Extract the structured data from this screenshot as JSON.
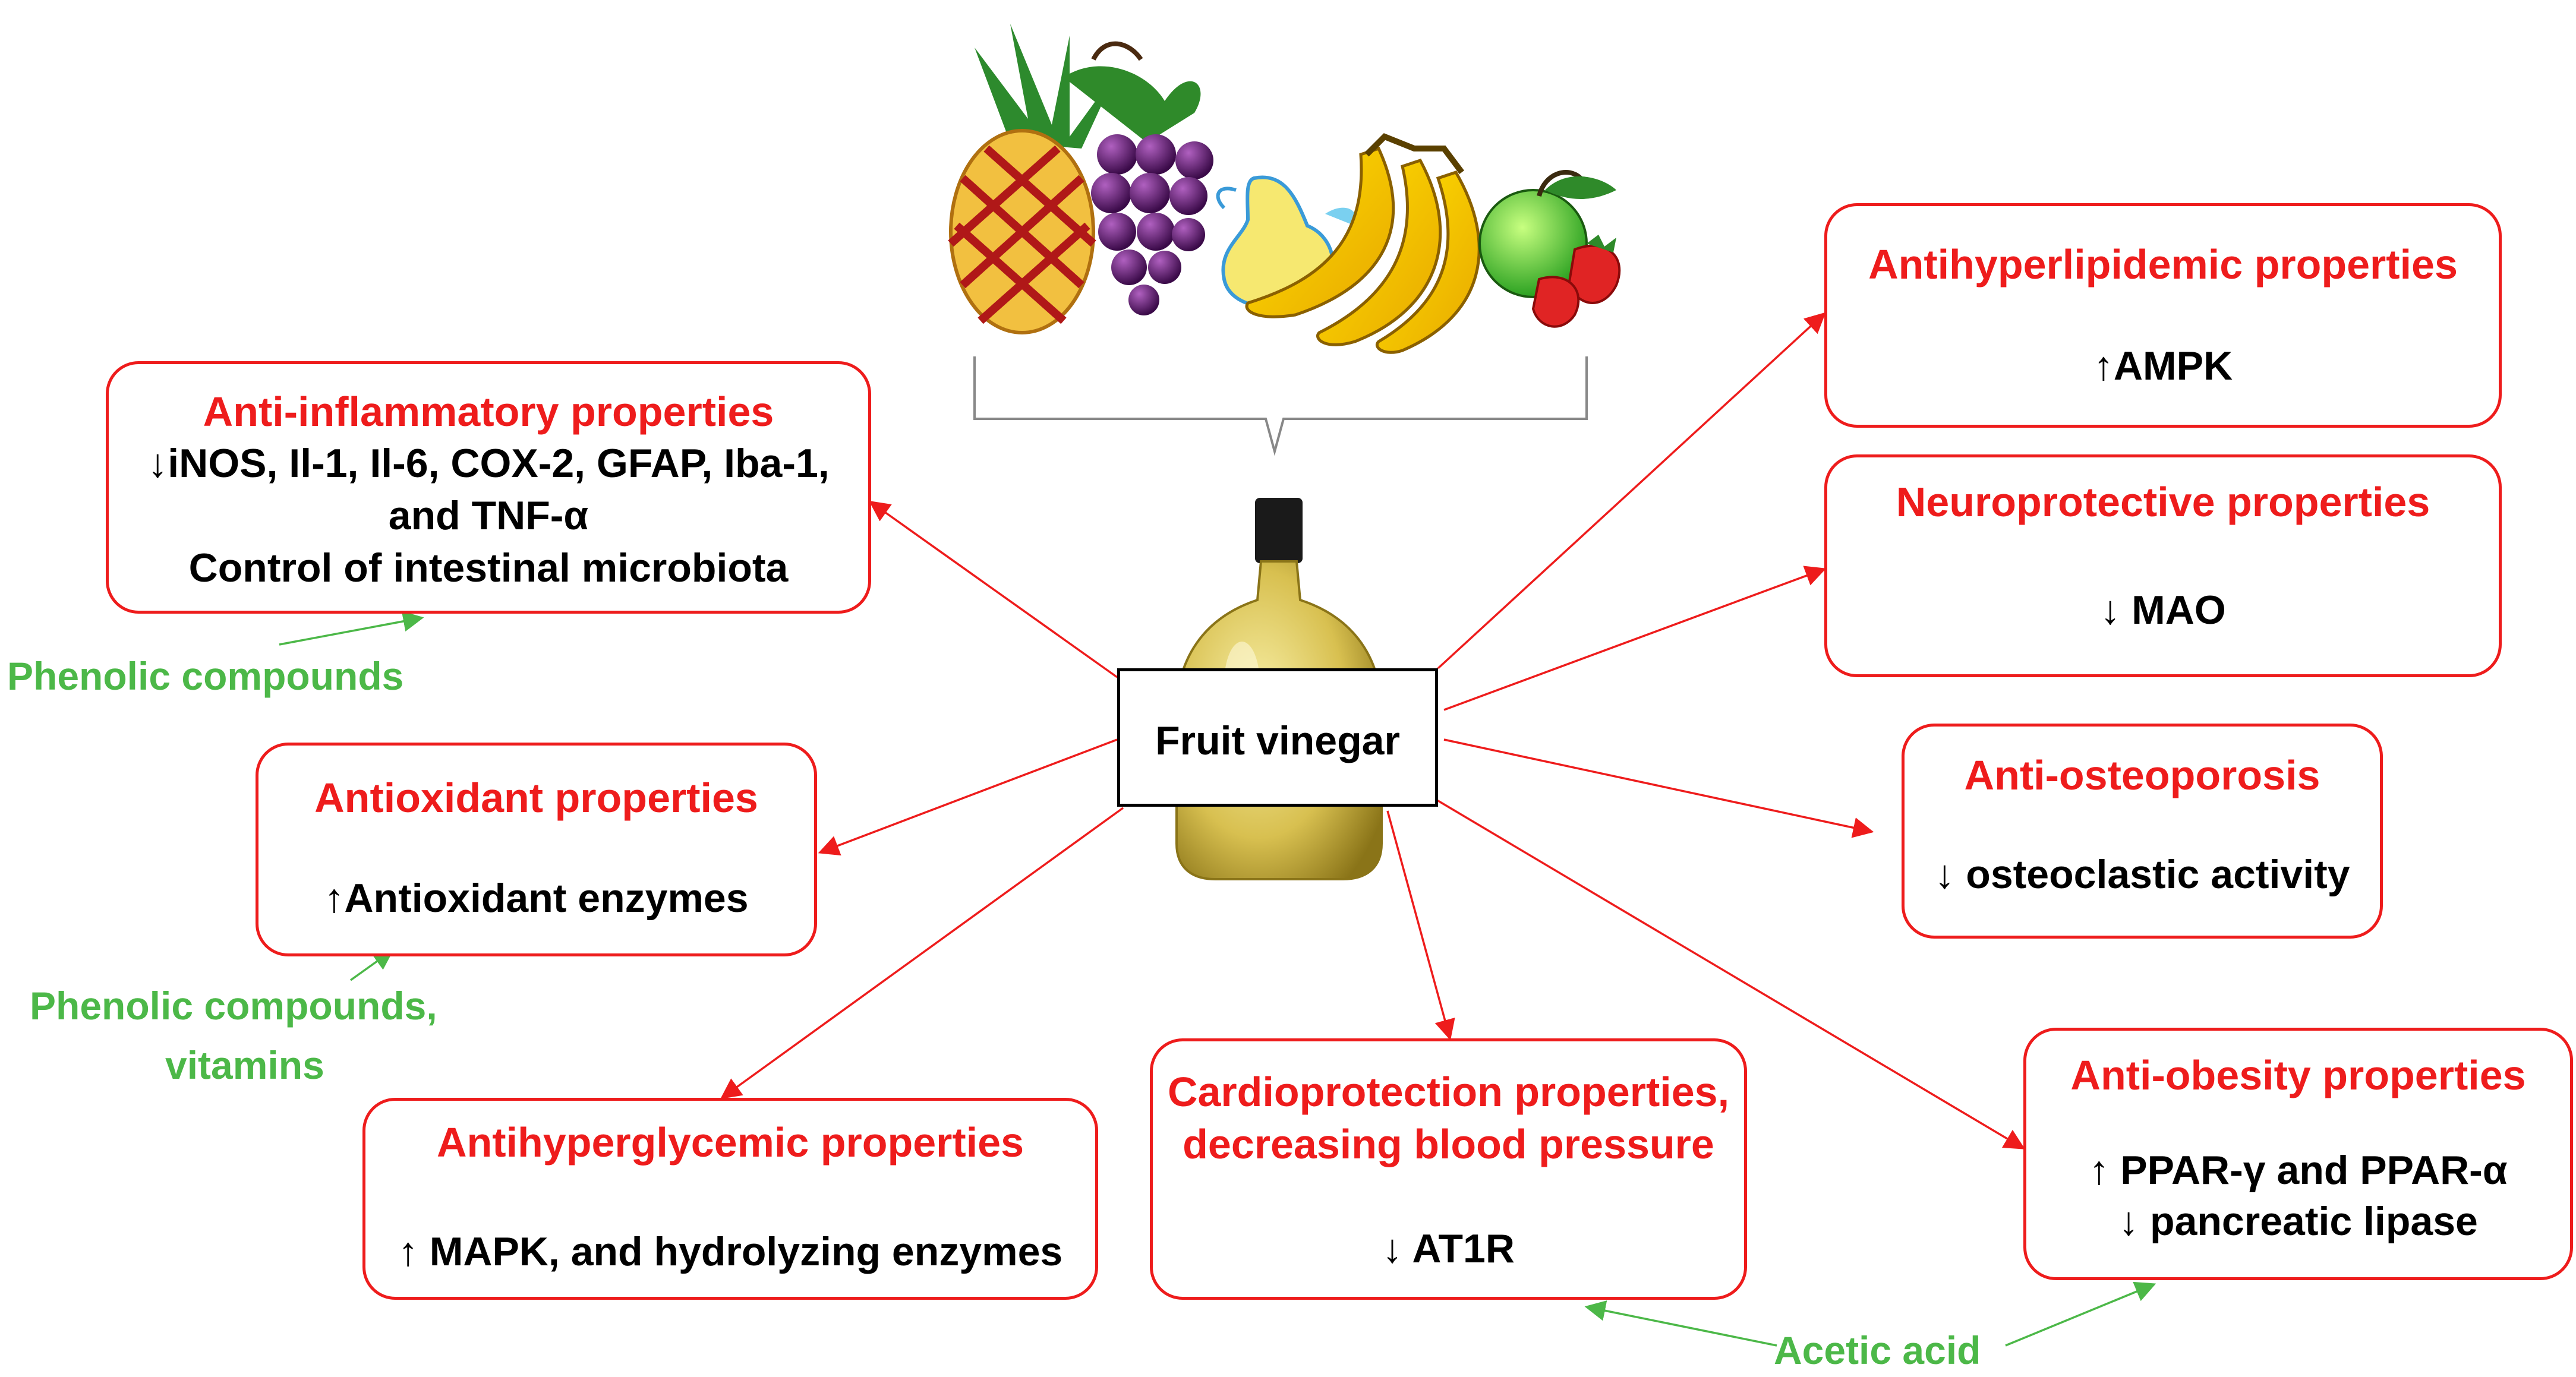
{
  "center": {
    "label": "Fruit vinegar"
  },
  "boxes": {
    "inflammatory": {
      "title": "Anti-inflammatory properties",
      "line1": "iNOS, Il-1, Il-6, COX-2, GFAP, Iba-1,",
      "line2": "and TNF-α",
      "line3": "Control of intestinal microbiota",
      "line1_arrow": "↓"
    },
    "antioxidant": {
      "title": "Antioxidant properties",
      "line1": "Antioxidant enzymes",
      "line1_arrow": "↑"
    },
    "hyperglycemic": {
      "title": "Antihyperglycemic properties",
      "line1": "MAPK, and hydrolyzing enzymes",
      "line1_arrow": "↑"
    },
    "cardio": {
      "title_line1": "Cardioprotection properties,",
      "title_line2": "decreasing blood pressure",
      "line1": "AT1R",
      "line1_arrow": "↓"
    },
    "obesity": {
      "title": "Anti-obesity properties",
      "line1": "PPAR-γ and PPAR-α",
      "line1_arrow": "↑",
      "line2": "pancreatic lipase",
      "line2_arrow": "↓"
    },
    "osteoporosis": {
      "title": "Anti-osteoporosis",
      "line1": "osteoclastic activity",
      "line1_arrow": "↓"
    },
    "neuro": {
      "title": "Neuroprotective properties",
      "line1": "MAO",
      "line1_arrow": "↓"
    },
    "lipidemic": {
      "title": "Antihyperlipidemic properties",
      "line1": "AMPK",
      "line1_arrow": "↑"
    }
  },
  "sources": {
    "phenolic": "Phenolic compounds",
    "phenolic_vitamins_1": "Phenolic compounds,",
    "phenolic_vitamins_2": "vitamins",
    "acetic": "Acetic acid"
  },
  "illustrations": [
    "pineapple",
    "grapes",
    "pear",
    "bananas",
    "apple",
    "strawberries",
    "vinegar-bottle"
  ],
  "colors": {
    "property_title": "#ee1c1c",
    "source_label": "#4cb848",
    "effect_text": "#000000",
    "box_border": "#ee1c1c"
  }
}
